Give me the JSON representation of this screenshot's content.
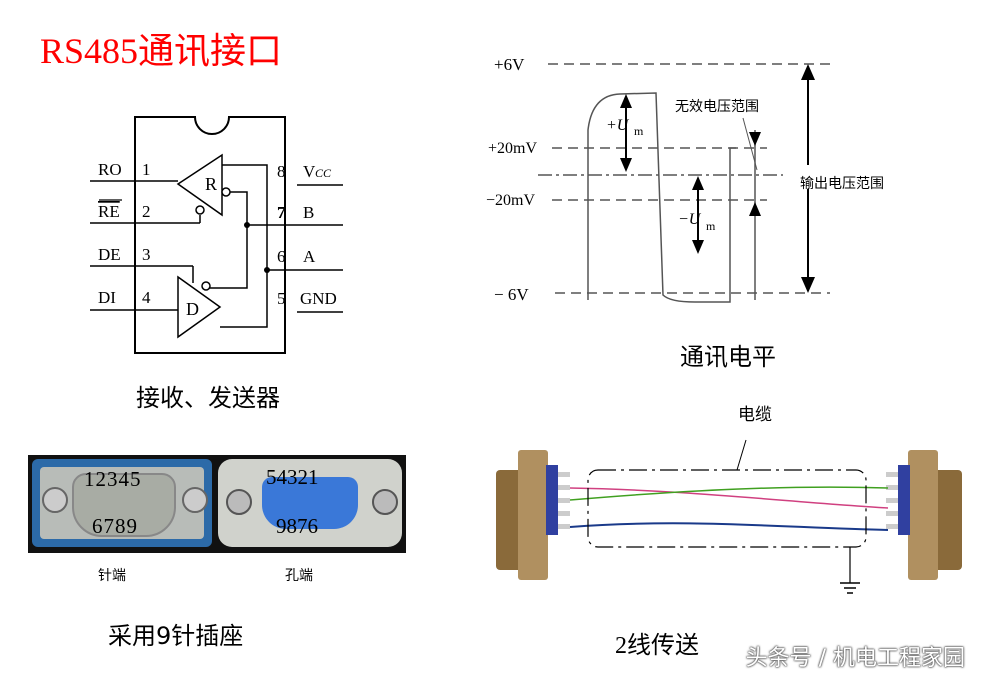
{
  "title": "RS485通讯接口",
  "chip": {
    "caption": "接收、发送器",
    "left_pins": [
      {
        "num": "1",
        "label": "RO"
      },
      {
        "num": "2",
        "label": "RE"
      },
      {
        "num": "3",
        "label": "DE"
      },
      {
        "num": "4",
        "label": "DI"
      }
    ],
    "right_pins": [
      {
        "num": "8",
        "label": "V",
        "sub": "CC"
      },
      {
        "num": "7",
        "label": "B"
      },
      {
        "num": "6",
        "label": "A"
      },
      {
        "num": "5",
        "label": "GND"
      }
    ],
    "receiver_label": "R",
    "driver_label": "D"
  },
  "levels": {
    "caption": "通讯电平",
    "plus6": "+6V",
    "plus20": "+20mV",
    "minus20": "−20mV",
    "minus6": "− 6V",
    "plus_um": "+U",
    "minus_um": "−U",
    "um_sub": "m",
    "invalid_range": "无效电压范围",
    "output_range": "输出电压范围"
  },
  "connector": {
    "caption": "采用9针插座",
    "male_label": "针端",
    "female_label": "孔端",
    "male_top": "12345",
    "male_bottom": "6789",
    "female_top": "54321",
    "female_bottom": "9876"
  },
  "cable": {
    "caption": "2线传送",
    "cable_label": "电缆"
  },
  "watermark": "头条号 / 机电工程家园",
  "colors": {
    "title": "#ff0000",
    "wire_red": "#d04080",
    "wire_green": "#40a020",
    "wire_blue": "#1a3a8a",
    "connector_blue": "#2a6fd0"
  }
}
